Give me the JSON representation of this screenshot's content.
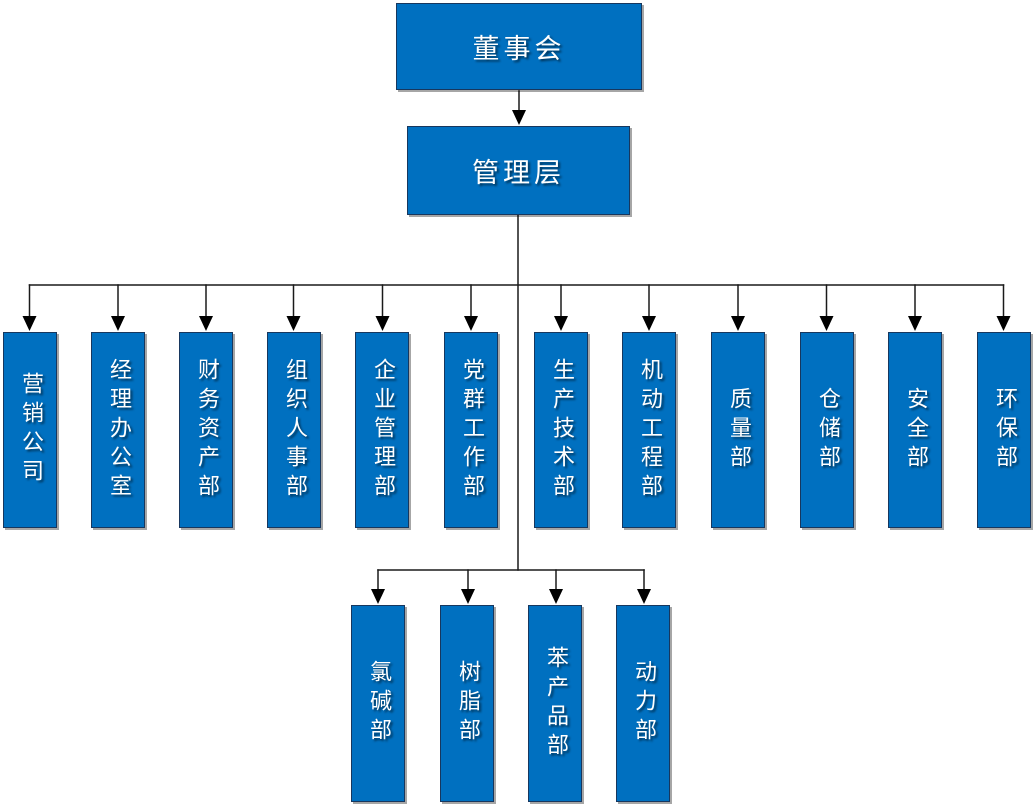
{
  "org_chart": {
    "root": {
      "label": "董事会"
    },
    "management": {
      "label": "管理层"
    },
    "departments": [
      {
        "label": "营销公司"
      },
      {
        "label": "经理办公室"
      },
      {
        "label": "财务资产部"
      },
      {
        "label": "组织人事部"
      },
      {
        "label": "企业管理部"
      },
      {
        "label": "党群工作部"
      },
      {
        "label": "生产技术部"
      },
      {
        "label": "机动工程部"
      },
      {
        "label": "质量部"
      },
      {
        "label": "仓储部"
      },
      {
        "label": "安全部"
      },
      {
        "label": "环保部"
      }
    ],
    "production_units": [
      {
        "label": "氯碱部"
      },
      {
        "label": "树脂部"
      },
      {
        "label": "苯产品部"
      },
      {
        "label": "动力部"
      }
    ],
    "colors": {
      "box_fill": "#0070c0",
      "box_border": "#17375e",
      "connector": "#000000",
      "text": "#ffffff"
    }
  }
}
